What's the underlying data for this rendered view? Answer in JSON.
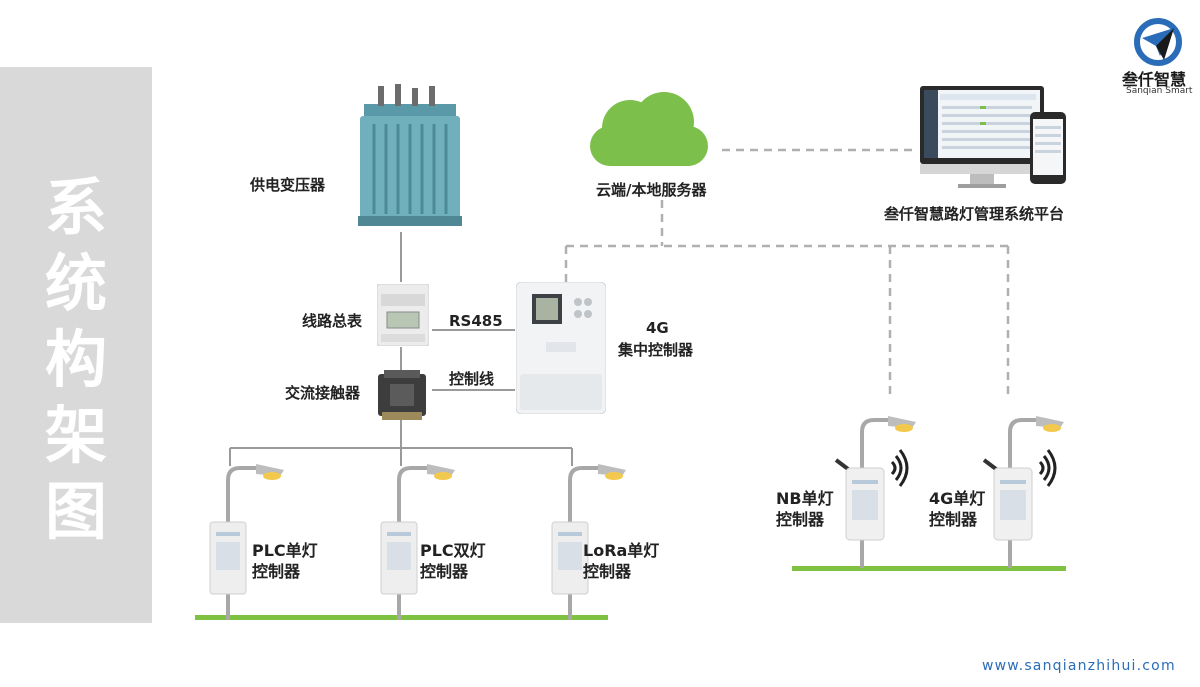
{
  "sidebar": {
    "title": "系统构架图"
  },
  "logo": {
    "name": "叁仟智慧",
    "subtitle": "Sanqian Smart"
  },
  "nodes": {
    "transformer": "供电变压器",
    "cloud": "云端/本地服务器",
    "platform": "叁仟智慧路灯管理系统平台",
    "meter": "线路总表",
    "contactor": "交流接触器",
    "concentrator_1": "4G",
    "concentrator_2": "集中控制器",
    "rs485": "RS485",
    "control_line": "控制线",
    "plc_single": "PLC单灯\n控制器",
    "plc_dual": "PLC双灯\n控制器",
    "lora_single": "LoRa单灯\n控制器",
    "nb_single": "NB单灯\n控制器",
    "g4_single": "4G单灯\n控制器"
  },
  "footer": {
    "url": "www.sanqianzhihui.com"
  },
  "colors": {
    "cloud": "#7cc04b",
    "ground": "#7fc241",
    "accent_blue": "#2b6cb8",
    "sidebar": "#d9d9d9"
  }
}
